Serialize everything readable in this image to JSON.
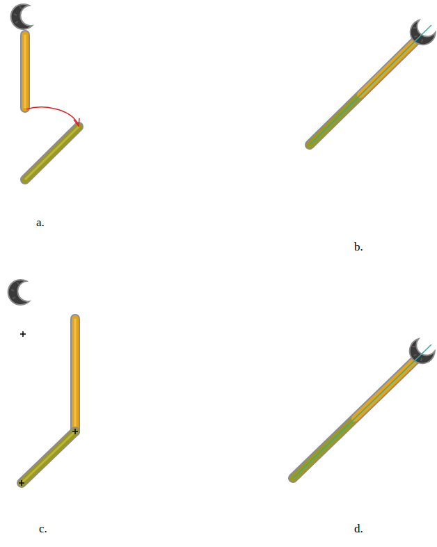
{
  "diagram": {
    "labels": [
      "a.",
      "b.",
      "c.",
      "d."
    ]
  }
}
